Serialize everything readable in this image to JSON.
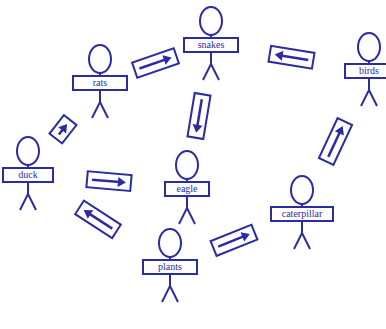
{
  "diagram": {
    "nodes": [
      {
        "text": [
          "rats"
        ]
      },
      {
        "text": [
          "snakes"
        ]
      },
      {
        "text": [
          "birds"
        ]
      },
      {
        "text": [
          "duck"
        ]
      },
      {
        "text": [
          "eagle"
        ]
      },
      {
        "text": [
          "caterpillar"
        ]
      },
      {
        "text": [
          "plants"
        ]
      }
    ],
    "edges": [
      {
        "from": 0,
        "to": 1,
        "arrow": "to"
      },
      {
        "from": 1,
        "to": 4,
        "arrow": "to"
      },
      {
        "from": 2,
        "to": 1,
        "arrow": "to"
      },
      {
        "from": 5,
        "to": 2,
        "arrow": "to"
      },
      {
        "from": 6,
        "to": 5,
        "arrow": "to"
      },
      {
        "from": 6,
        "to": 3,
        "arrow": "to"
      },
      {
        "from": 3,
        "to": 0,
        "arrow": "to"
      },
      {
        "from": 3,
        "to": 4,
        "arrow": "to"
      }
    ]
  }
}
